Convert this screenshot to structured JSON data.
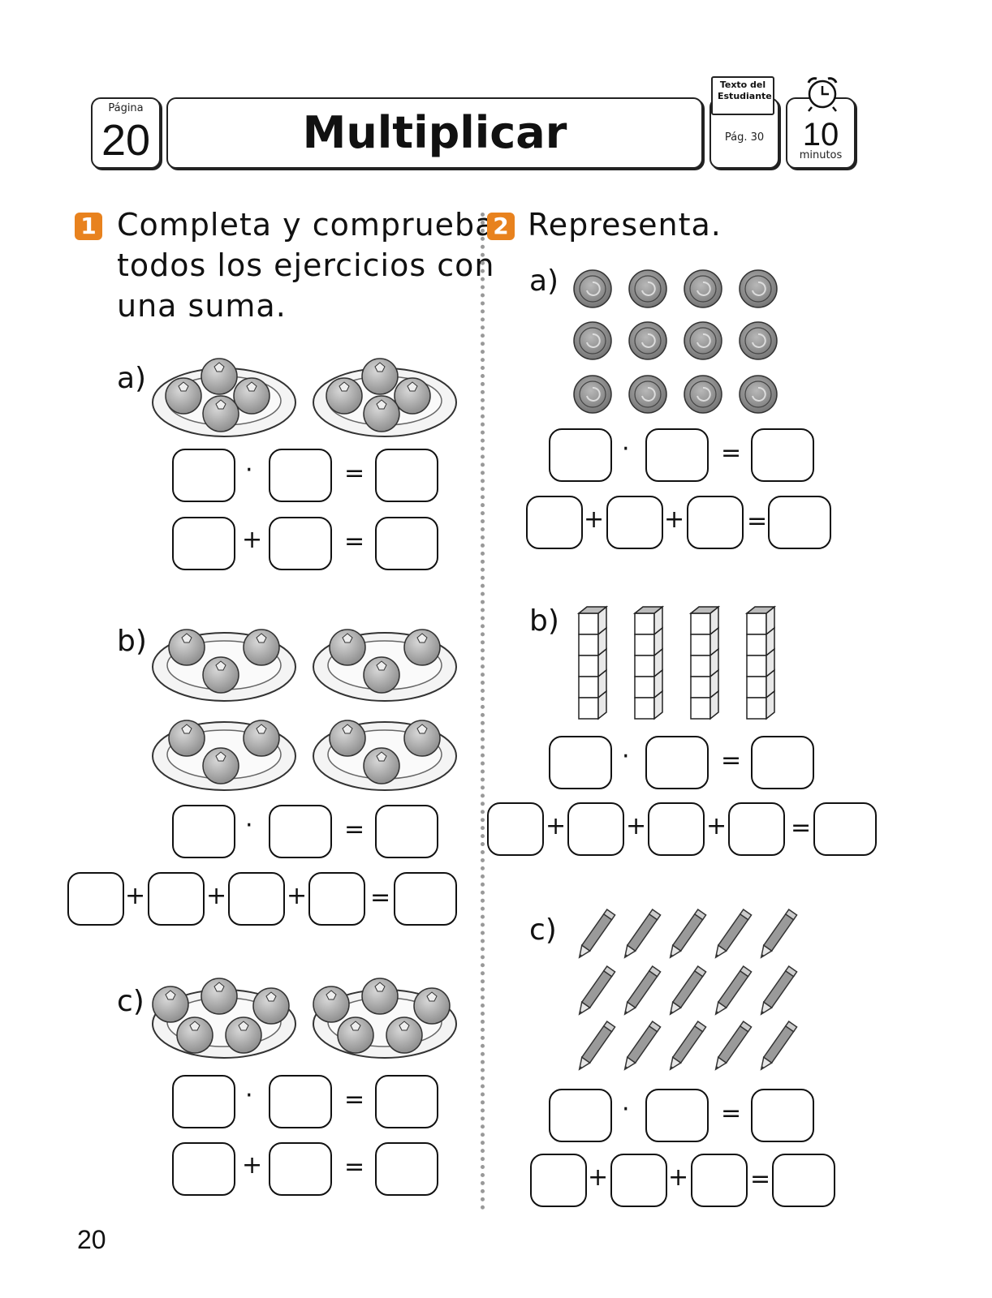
{
  "header": {
    "page_label": "Página",
    "page_number": "20",
    "title": "Multiplicar",
    "book_label": "Texto del Estudiante",
    "book_page": "Pág. 30",
    "time_value": "10",
    "time_unit": "minutos"
  },
  "q1": {
    "number": "1",
    "lines": [
      "Completa y comprueba",
      "todos los ejercicios con",
      "una suma."
    ],
    "a_label": "a)",
    "b_label": "b)",
    "c_label": "c)"
  },
  "q2": {
    "number": "2",
    "text": "Representa.",
    "a_label": "a)",
    "b_label": "b)",
    "c_label": "c)"
  },
  "ops": {
    "times": "·",
    "plus": "+",
    "equals": "="
  },
  "footer": {
    "page_number": "20"
  },
  "icons": [
    "plate-with-oranges-icon",
    "coin-icon",
    "cube-tower-icon",
    "pencil-icon",
    "open-book-icon",
    "alarm-clock-icon"
  ]
}
